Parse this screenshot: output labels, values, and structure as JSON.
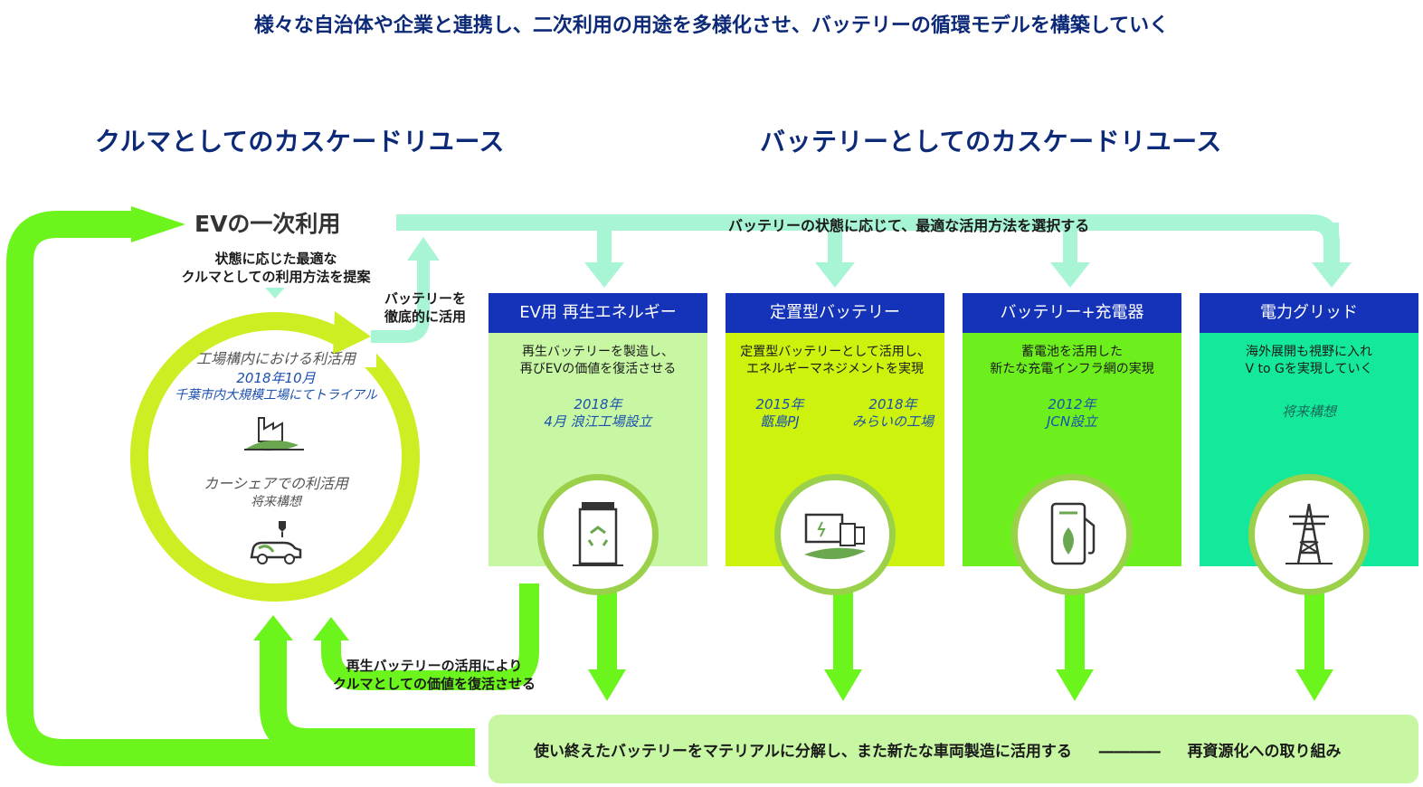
{
  "header": {
    "title": "様々な自治体や企業と連携し、二次利用の用途を多様化させ、バッテリーの循環モデルを構築していく"
  },
  "sections": {
    "car_cascade": "クルマとしてのカスケードリユース",
    "battery_cascade": "バッテリーとしてのカスケードリユース"
  },
  "ev_primary": {
    "title": "EVの一次利用",
    "proposal_line1": "状態に応じた最適な",
    "proposal_line2": "クルマとしての利用方法を提案",
    "battery_use_line1": "バッテリーを",
    "battery_use_line2": "徹底的に活用"
  },
  "cycle": {
    "factory_title": "工場構内における利活用",
    "factory_date": "2018年10月",
    "factory_place": "千葉市内大規模工場にてトライアル",
    "carshare_title": "カーシェアでの利活用",
    "carshare_status": "将来構想"
  },
  "select_banner": "バッテリーの状態に応じて、最適な活用方法を選択する",
  "cards": [
    {
      "title": "EV用 再生エネルギー",
      "desc_line1": "再生バッテリーを製造し、",
      "desc_line2": "再びEVの価値を復活させる",
      "year1": "2018年",
      "year1_sub": "4月 浪江工場設立",
      "icon": "recycle-bin-icon",
      "bg": "#c8f7a3"
    },
    {
      "title": "定置型バッテリー",
      "desc_line1": "定置型バッテリーとして活用し、",
      "desc_line2": "エネルギーマネジメントを実現",
      "year1": "2015年",
      "year1_sub": "甑島PJ",
      "year2": "2018年",
      "year2_sub": "みらいの工場",
      "icon": "devices-leaf-icon",
      "bg": "#ccf20d"
    },
    {
      "title": "バッテリー+充電器",
      "desc_line1": "蓄電池を活用した",
      "desc_line2": "新たな充電インフラ網の実現",
      "year1": "2012年",
      "year1_sub": "JCN設立",
      "icon": "charging-station-icon",
      "bg": "#6cef1c"
    },
    {
      "title": "電力グリッド",
      "desc_line1": "海外展開も視野に入れ",
      "desc_line2": "V to Gを実現していく",
      "year1": "将来構想",
      "icon": "power-tower-icon",
      "bg": "#14e89a"
    }
  ],
  "revive": {
    "line1": "再生バッテリーの活用により",
    "line2": "クルマとしての価値を復活させる"
  },
  "bottom_bar": {
    "text": "使い終えたバッテリーをマテリアルに分解し、また新たな車両製造に活用する",
    "dash": "――――",
    "tag": "再資源化への取り組み"
  },
  "colors": {
    "navy": "#0d2a78",
    "card_head": "#1433b8",
    "mint": "#a8f5d6",
    "lime": "#6cf51c",
    "yellow_green": "#ccee22"
  }
}
